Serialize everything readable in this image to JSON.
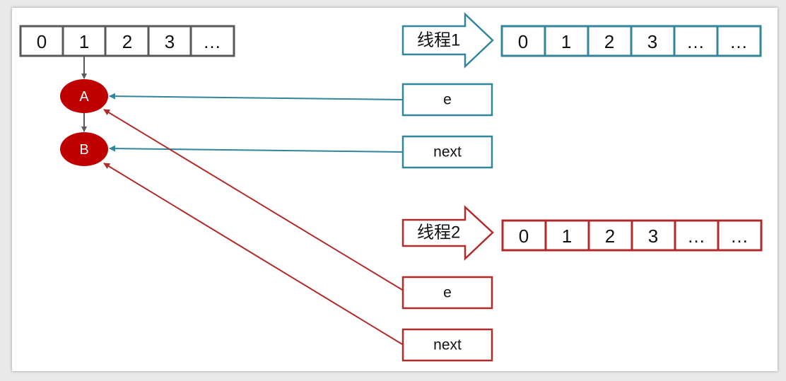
{
  "colors": {
    "gray": "#595959",
    "teal": "#31859c",
    "red": "#b22b2b",
    "node_fill": "#c00000"
  },
  "main_array": [
    "0",
    "1",
    "2",
    "3",
    "…"
  ],
  "nodes": {
    "a": "A",
    "b": "B"
  },
  "thread1": {
    "label": "线程1",
    "array": [
      "0",
      "1",
      "2",
      "3",
      "…",
      "…"
    ],
    "e_label": "e",
    "next_label": "next"
  },
  "thread2": {
    "label": "线程2",
    "array": [
      "0",
      "1",
      "2",
      "3",
      "…",
      "…"
    ],
    "e_label": "e",
    "next_label": "next"
  }
}
